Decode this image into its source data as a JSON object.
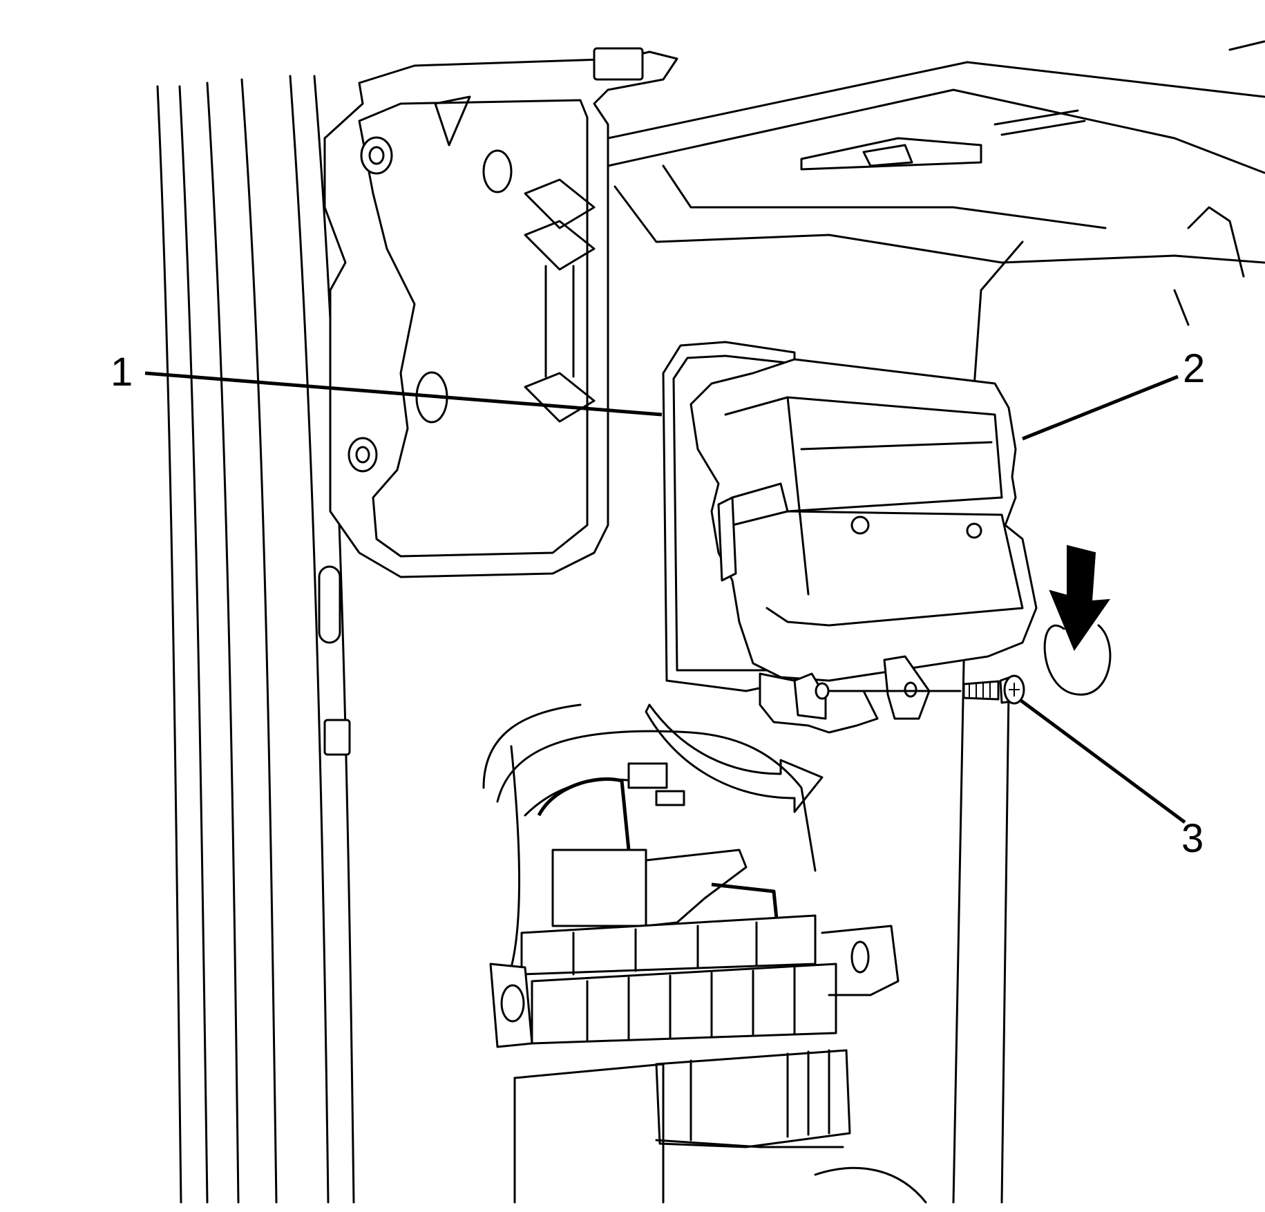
{
  "callouts": [
    {
      "id": "1",
      "label": "1"
    },
    {
      "id": "2",
      "label": "2"
    },
    {
      "id": "3",
      "label": "3"
    }
  ],
  "colors": {
    "line": "#000000",
    "background": "#ffffff"
  },
  "icons": [
    "down-arrow-icon",
    "curved-arrow-icon"
  ]
}
